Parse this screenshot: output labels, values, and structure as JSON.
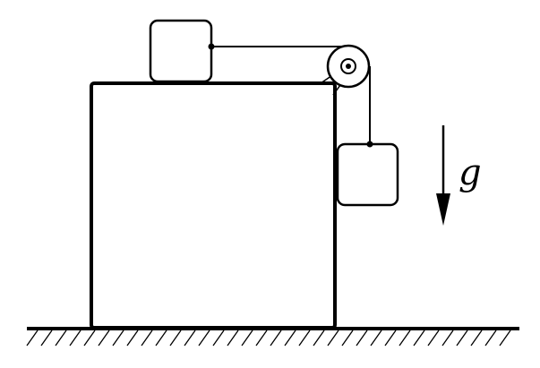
{
  "diagram": {
    "gravity_label": "g",
    "stroke_color": "#000000",
    "fill_color": "#ffffff",
    "components": {
      "large_block": "large-block",
      "top_block": "top-block",
      "hanging_block": "hanging-block",
      "pulley": "pulley",
      "pulley_bracket": "pulley-bracket",
      "string": "string",
      "ground": "ground-hatched",
      "gravity_arrow": "gravity-arrow"
    }
  }
}
